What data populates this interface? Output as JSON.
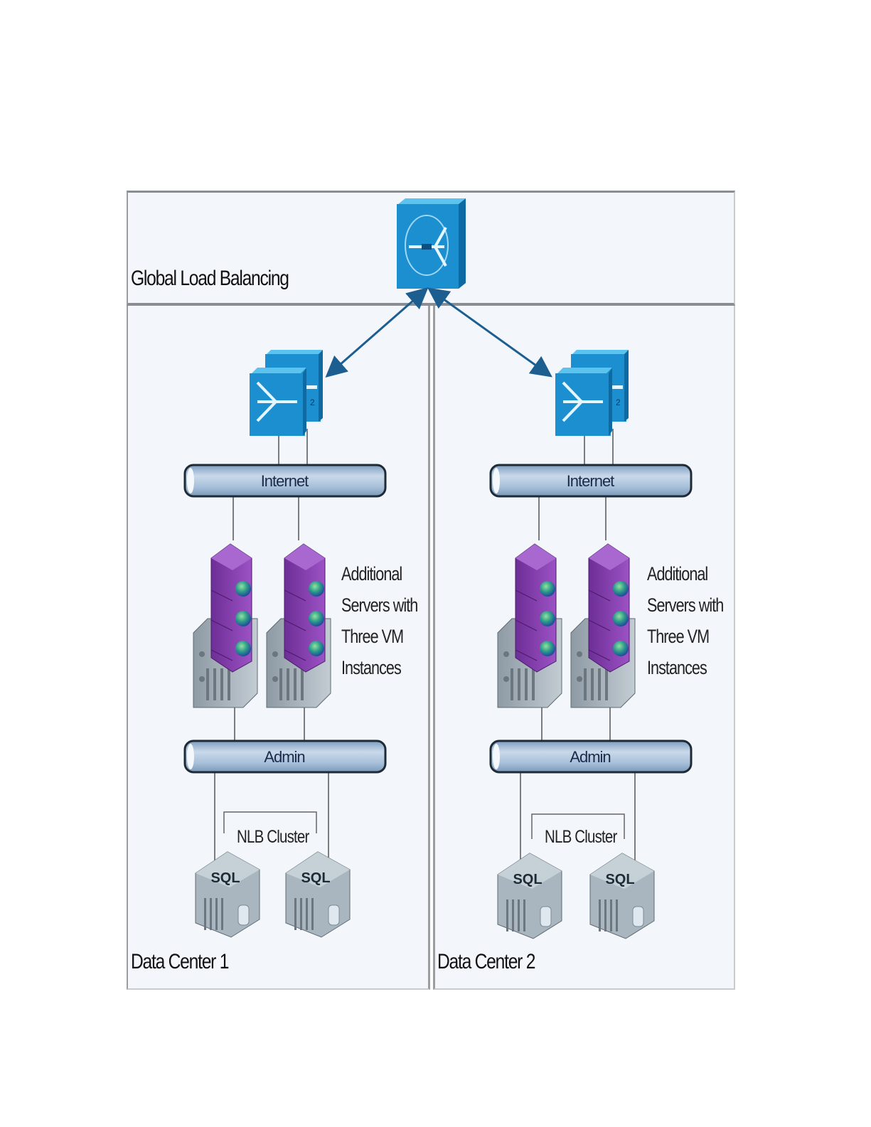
{
  "diagram": {
    "regions": {
      "global": {
        "label": "Global Load Balancing"
      },
      "dc1": {
        "label": "Data Center 1"
      },
      "dc2": {
        "label": "Data Center 2"
      }
    },
    "devices": {
      "global_load_balancer": {
        "icon": "global-load-balancer-icon"
      },
      "dc1_load_balancer": {
        "icon": "load-balancer-pair-icon",
        "badge": "2"
      },
      "dc2_load_balancer": {
        "icon": "load-balancer-pair-icon",
        "badge": "2"
      }
    },
    "networks": {
      "dc1_internet": "Internet",
      "dc1_admin": "Admin",
      "dc2_internet": "Internet",
      "dc2_admin": "Admin"
    },
    "server_note": {
      "lines": [
        "Additional",
        "Servers with",
        "Three VM",
        "Instances"
      ]
    },
    "cluster": {
      "label": "NLB Cluster"
    },
    "sql_label": "SQL",
    "colors": {
      "region_bg": "#f3f6fb",
      "device_blue": "#1b8fd0",
      "vm_purple": "#8a3fb0",
      "bus_blue": "#9fbad6",
      "link_blue": "#1d5e91"
    }
  }
}
